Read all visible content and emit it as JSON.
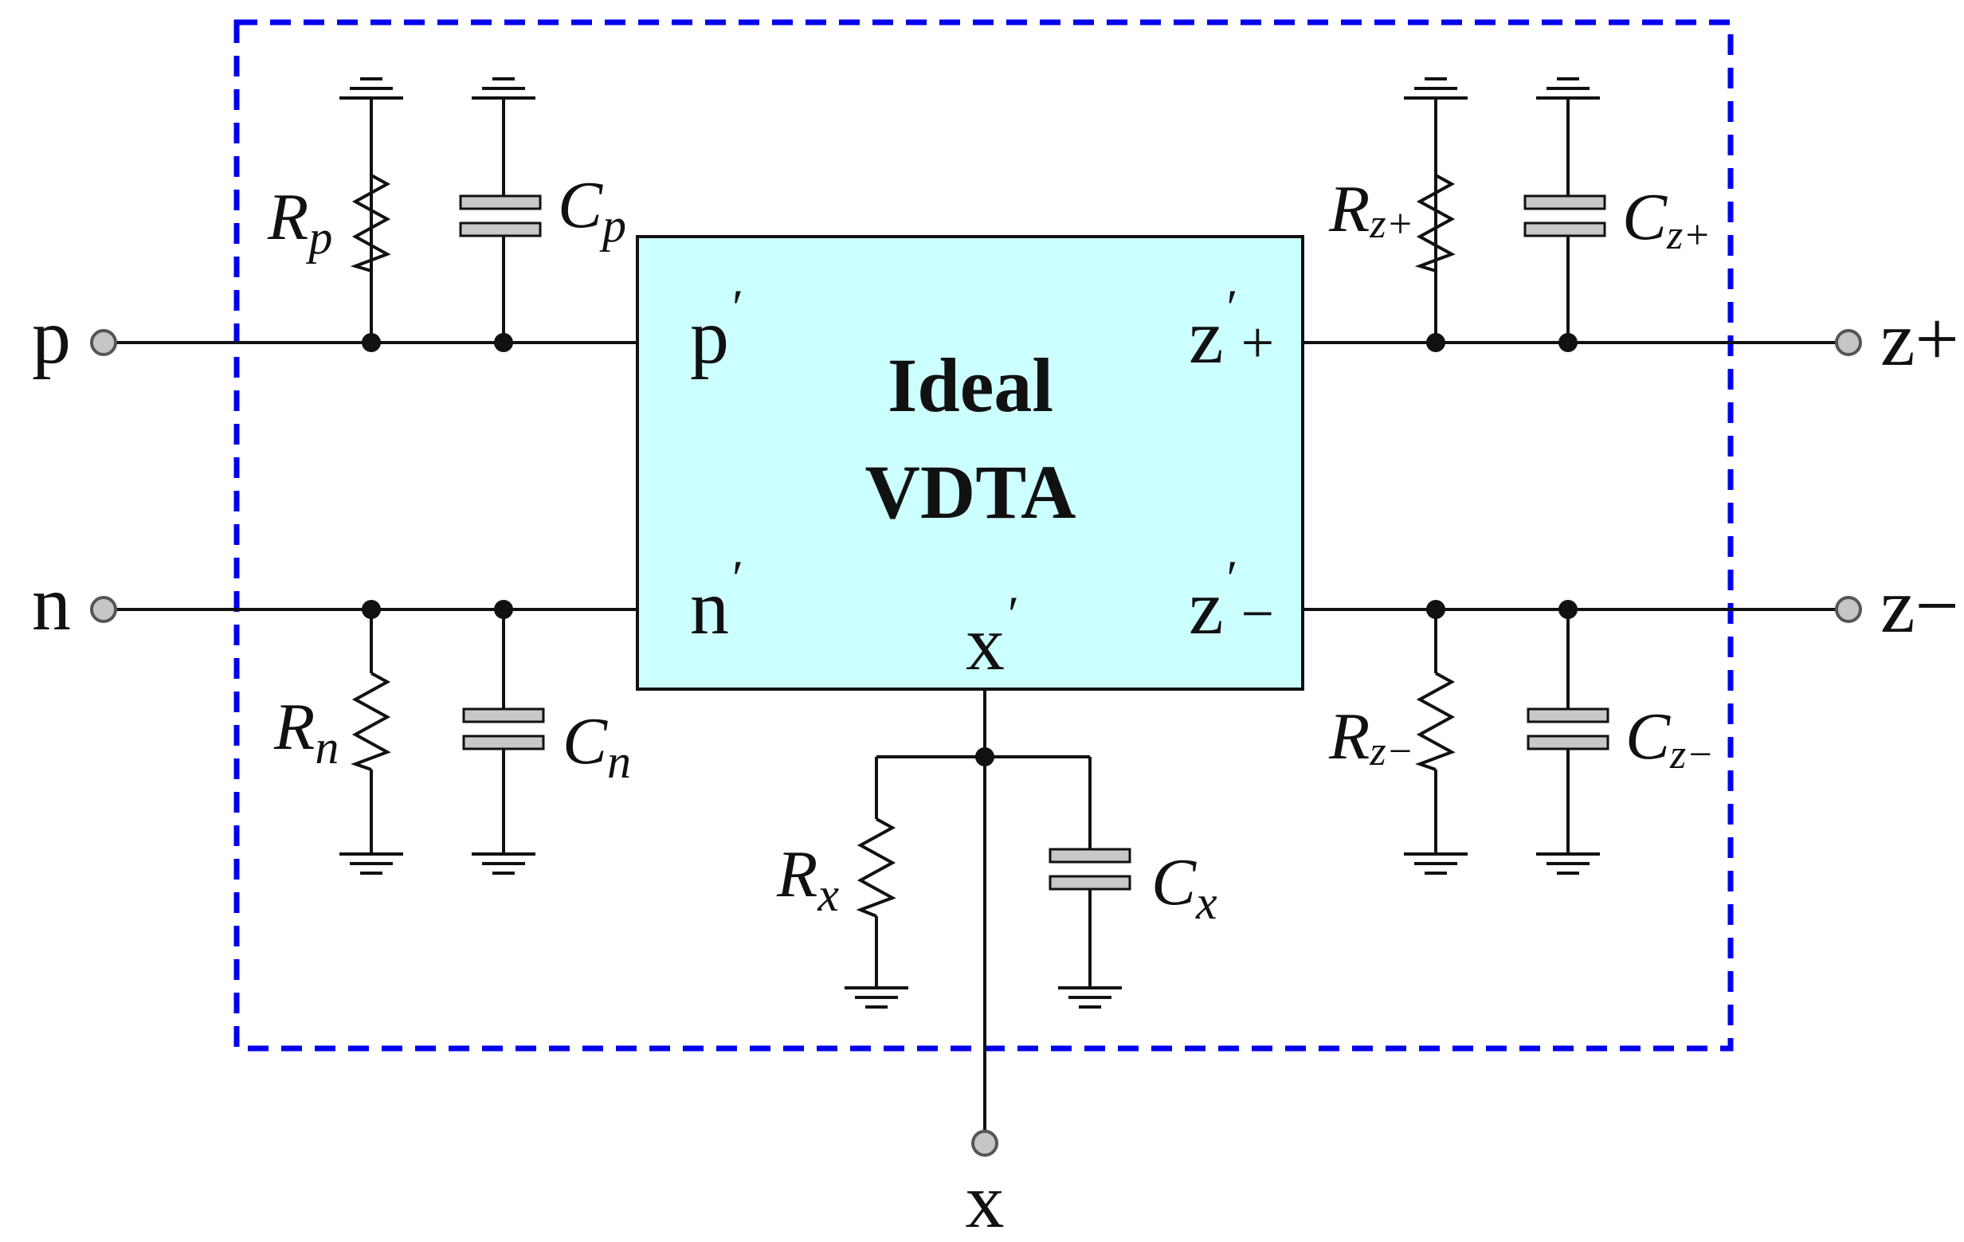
{
  "block": {
    "line1": "Ideal",
    "line2": "VDTA",
    "fill_color": "#ccffff",
    "border_color": "#111111"
  },
  "boundary_color": "#0000ee",
  "terminals": {
    "p": "p",
    "n": "n",
    "x": "x",
    "zp": "z+",
    "zm": "z−"
  },
  "internal_ports": {
    "p_base": "p",
    "n_base": "n",
    "x_base": "x",
    "zp_base": "z",
    "zp_sign": "+",
    "zm_base": "z",
    "zm_sign": "−",
    "prime": "′"
  },
  "components": {
    "Rp": {
      "main": "R",
      "sub": "p"
    },
    "Cp": {
      "main": "C",
      "sub": "p"
    },
    "Rn": {
      "main": "R",
      "sub": "n"
    },
    "Cn": {
      "main": "C",
      "sub": "n"
    },
    "Rx": {
      "main": "R",
      "sub": "x"
    },
    "Cx": {
      "main": "C",
      "sub": "x"
    },
    "Rzp": {
      "main": "R",
      "sub": "z+"
    },
    "Czp": {
      "main": "C",
      "sub": "z+"
    },
    "Rzm": {
      "main": "R",
      "sub": "z−"
    },
    "Czm": {
      "main": "C",
      "sub": "z−"
    }
  }
}
